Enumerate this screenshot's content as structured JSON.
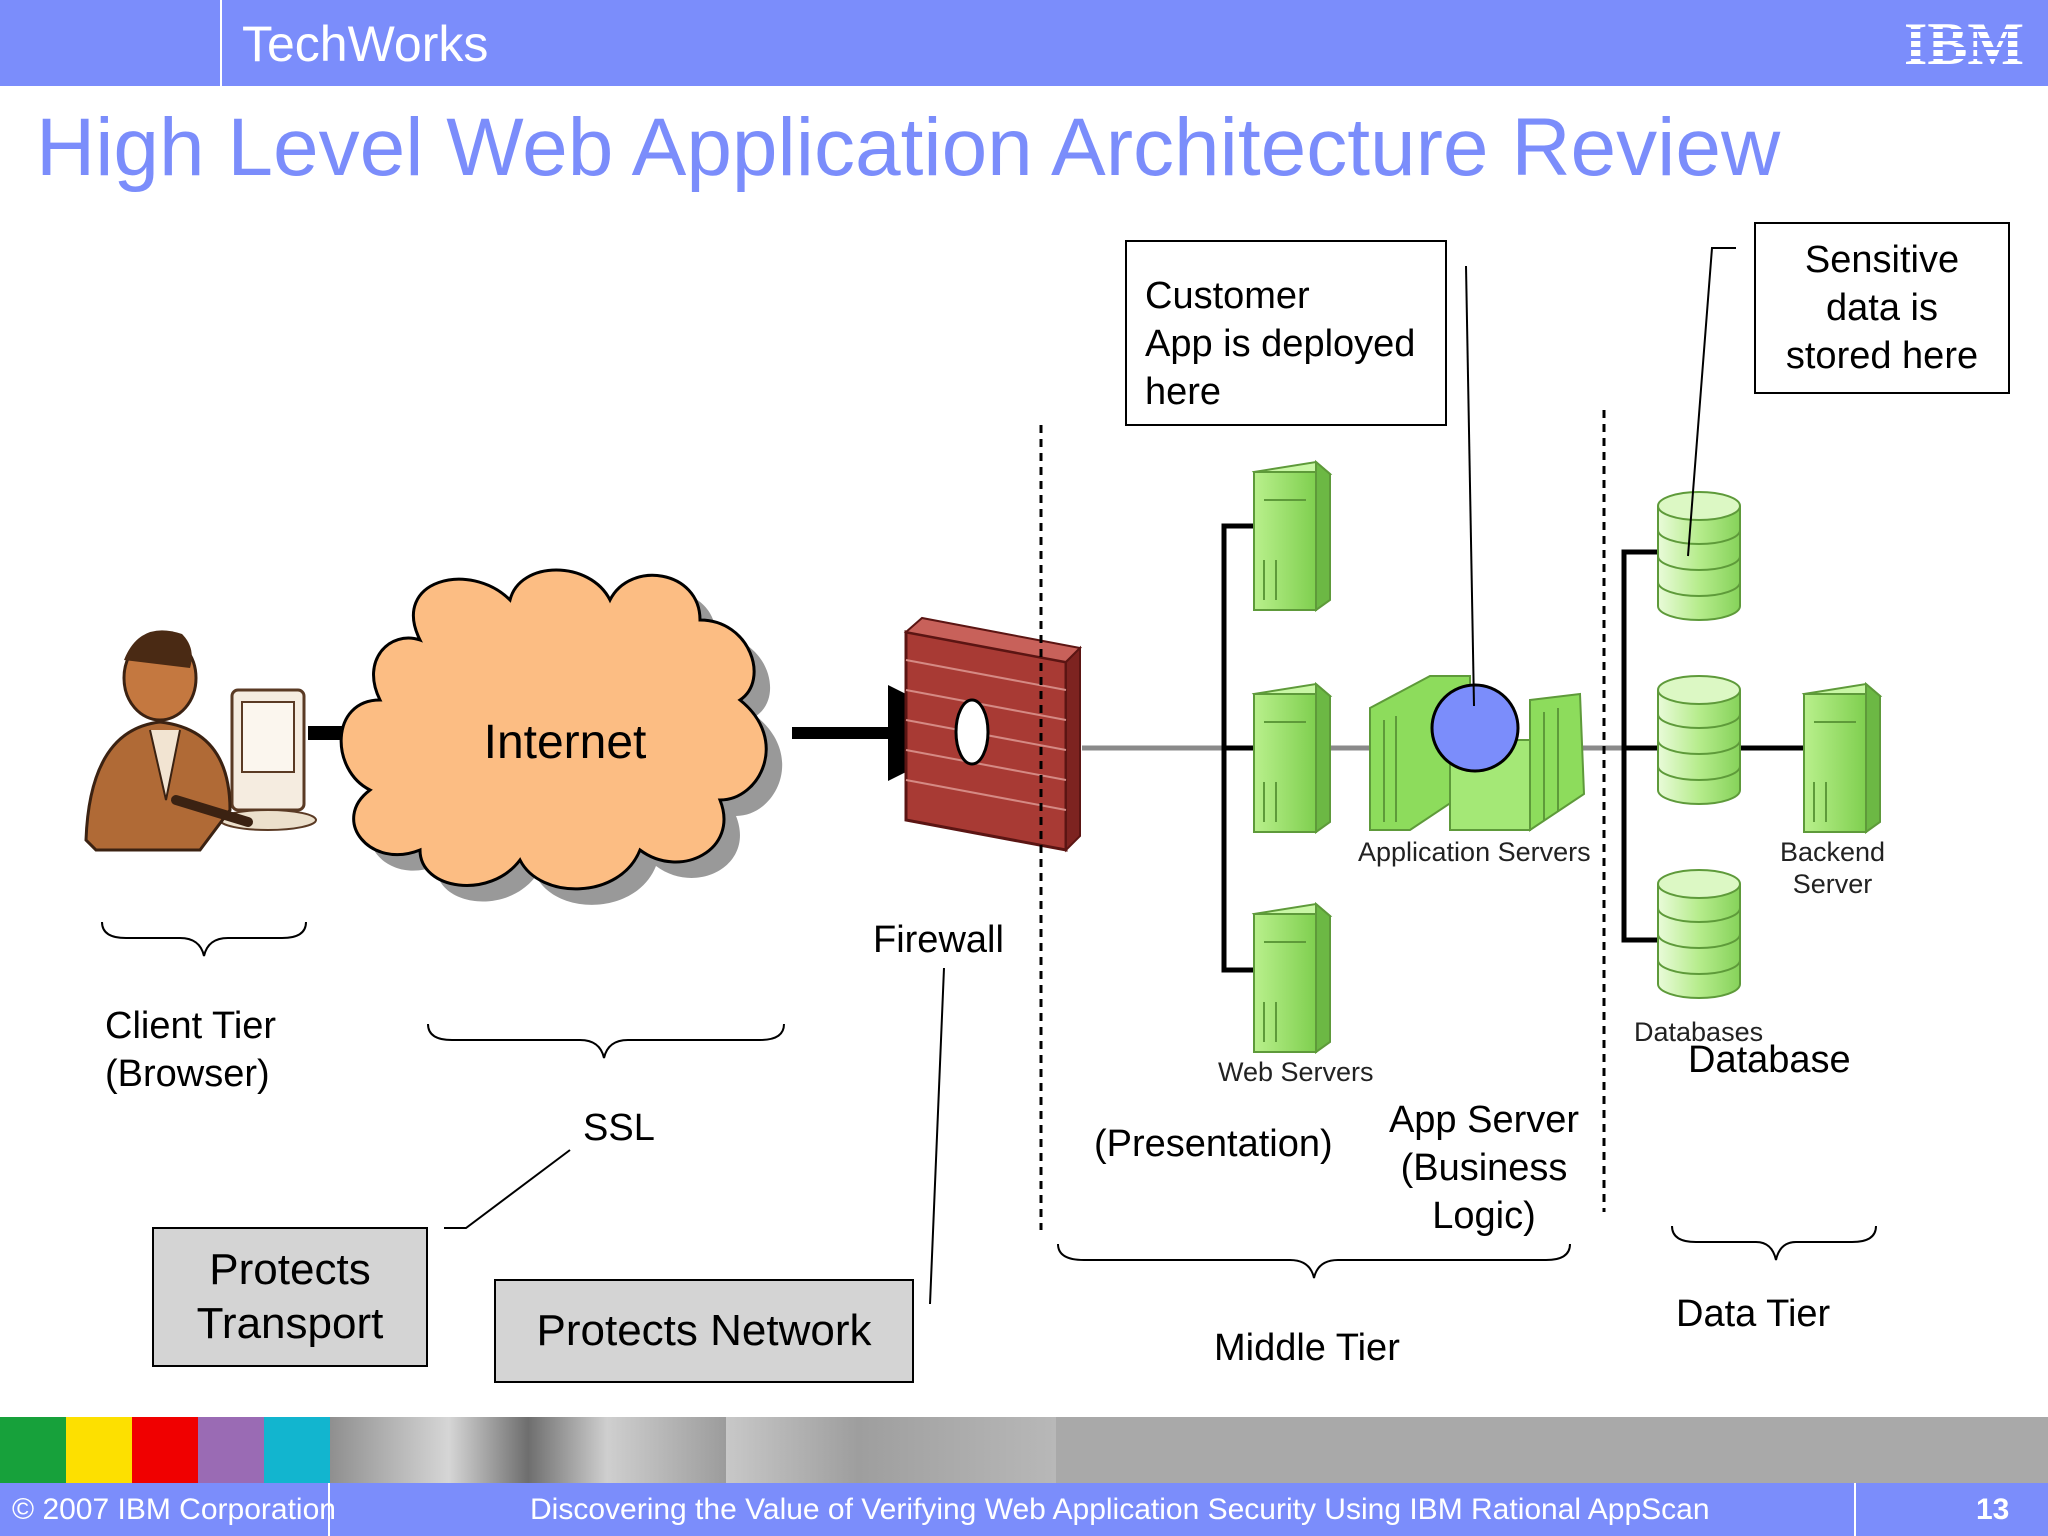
{
  "header": {
    "brand": "TechWorks",
    "logo_text": "IBM"
  },
  "title": "High Level Web Application Architecture Review",
  "diagram": {
    "cloud_label": "Internet",
    "firewall_label": "Firewall",
    "client_tier_label": "Client Tier\n(Browser)",
    "ssl_label": "SSL",
    "protects_transport": "Protects\nTransport",
    "protects_network": "Protects Network",
    "callout_customer_app": "Customer\nApp is deployed\nhere",
    "callout_sensitive_data": "Sensitive\ndata is\nstored here",
    "web_servers_label": "Web Servers",
    "app_servers_label": "Application Servers",
    "databases_label": "Databases",
    "backend_label": "Backend\nServer",
    "database_label": "Database",
    "presentation_label": "(Presentation)",
    "app_server_label": "App Server\n(Business\nLogic)",
    "middle_tier_label": "Middle Tier",
    "data_tier_label": "Data Tier"
  },
  "footer": {
    "copyright": "© 2007 IBM Corporation",
    "subtitle": "Discovering the Value of Verifying Web Application Security Using IBM Rational AppScan",
    "page_number": "13"
  },
  "colors": {
    "header_bg": "#7b8dfb",
    "title": "#7b8dfb",
    "cloud_fill": "#fcbd83",
    "firewall": "#a83a34",
    "server_green": "#9be26b",
    "node_blue": "#7b8dfb",
    "callout_gray": "#d4d4d4"
  }
}
